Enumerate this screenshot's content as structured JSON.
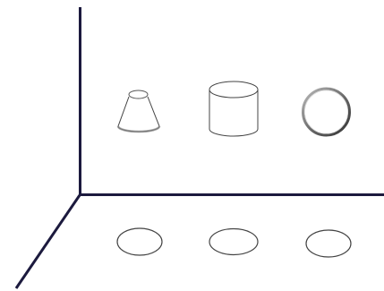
{
  "canvas": {
    "background": "#ffffff",
    "axis_color": "#1c1a3e",
    "outline_color": "#444444",
    "shadow_color": "#888888"
  },
  "front_view": {
    "shapes": [
      {
        "name": "truncated-cone",
        "kind": "frustum"
      },
      {
        "name": "cylinder",
        "kind": "cylinder"
      },
      {
        "name": "sphere",
        "kind": "sphere"
      }
    ]
  },
  "top_view": {
    "shapes": [
      {
        "name": "cone-top-ellipse",
        "kind": "ellipse"
      },
      {
        "name": "cylinder-top-ellipse",
        "kind": "ellipse"
      },
      {
        "name": "sphere-top-ellipse",
        "kind": "ellipse"
      }
    ]
  }
}
